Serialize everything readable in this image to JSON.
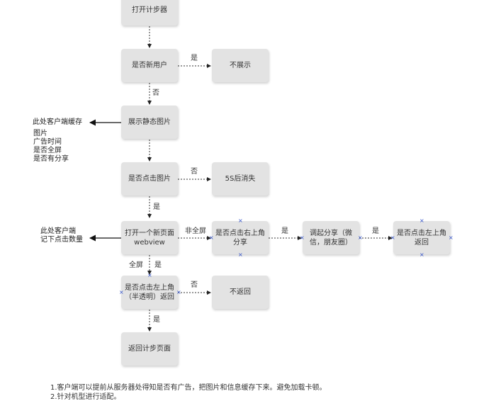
{
  "nodes": {
    "open_counter": "打开计步器",
    "is_new_user": "是否新用户",
    "no_show": "不展示",
    "show_static_image": "展示静态图片",
    "is_image_clicked": "是否点击图片",
    "disappear_5s": "5S后消失",
    "open_webview": "打开一个新页面\nwebview",
    "click_top_right_share": "是否点击右上角\n分享",
    "invoke_share": "调起分享（微\n信，朋友圈）",
    "click_top_left_back_share": "是否点击左上角\n返回",
    "click_top_left_back": "是否点击左上角\n（半透明）返回",
    "no_back": "不返回",
    "back_counter_page": "返回计步页面"
  },
  "edge_labels": {
    "yes_no_show": "是",
    "no_show_image": "否",
    "no_disappear": "否",
    "yes_open_webview": "是",
    "not_fullscreen": "非全屏",
    "yes_invoke_share": "是",
    "yes_back_after_share": "是",
    "fullscreen": "全屏",
    "fullscreen_yes": "是",
    "no_no_back": "否",
    "yes_back": "是"
  },
  "notes": {
    "client_cache": "此处客户端缓存",
    "cache_items": "图片\n广告时间\n是否全屏\n是否有分享",
    "client_record": "此处客户端\n记下点击数量"
  },
  "footer": {
    "line1": "1.客户端可以提前从服务器处得知是否有广告，把图片和信息缓存下来。避免加载卡顿。",
    "line2": "2.针对机型进行适配。"
  }
}
